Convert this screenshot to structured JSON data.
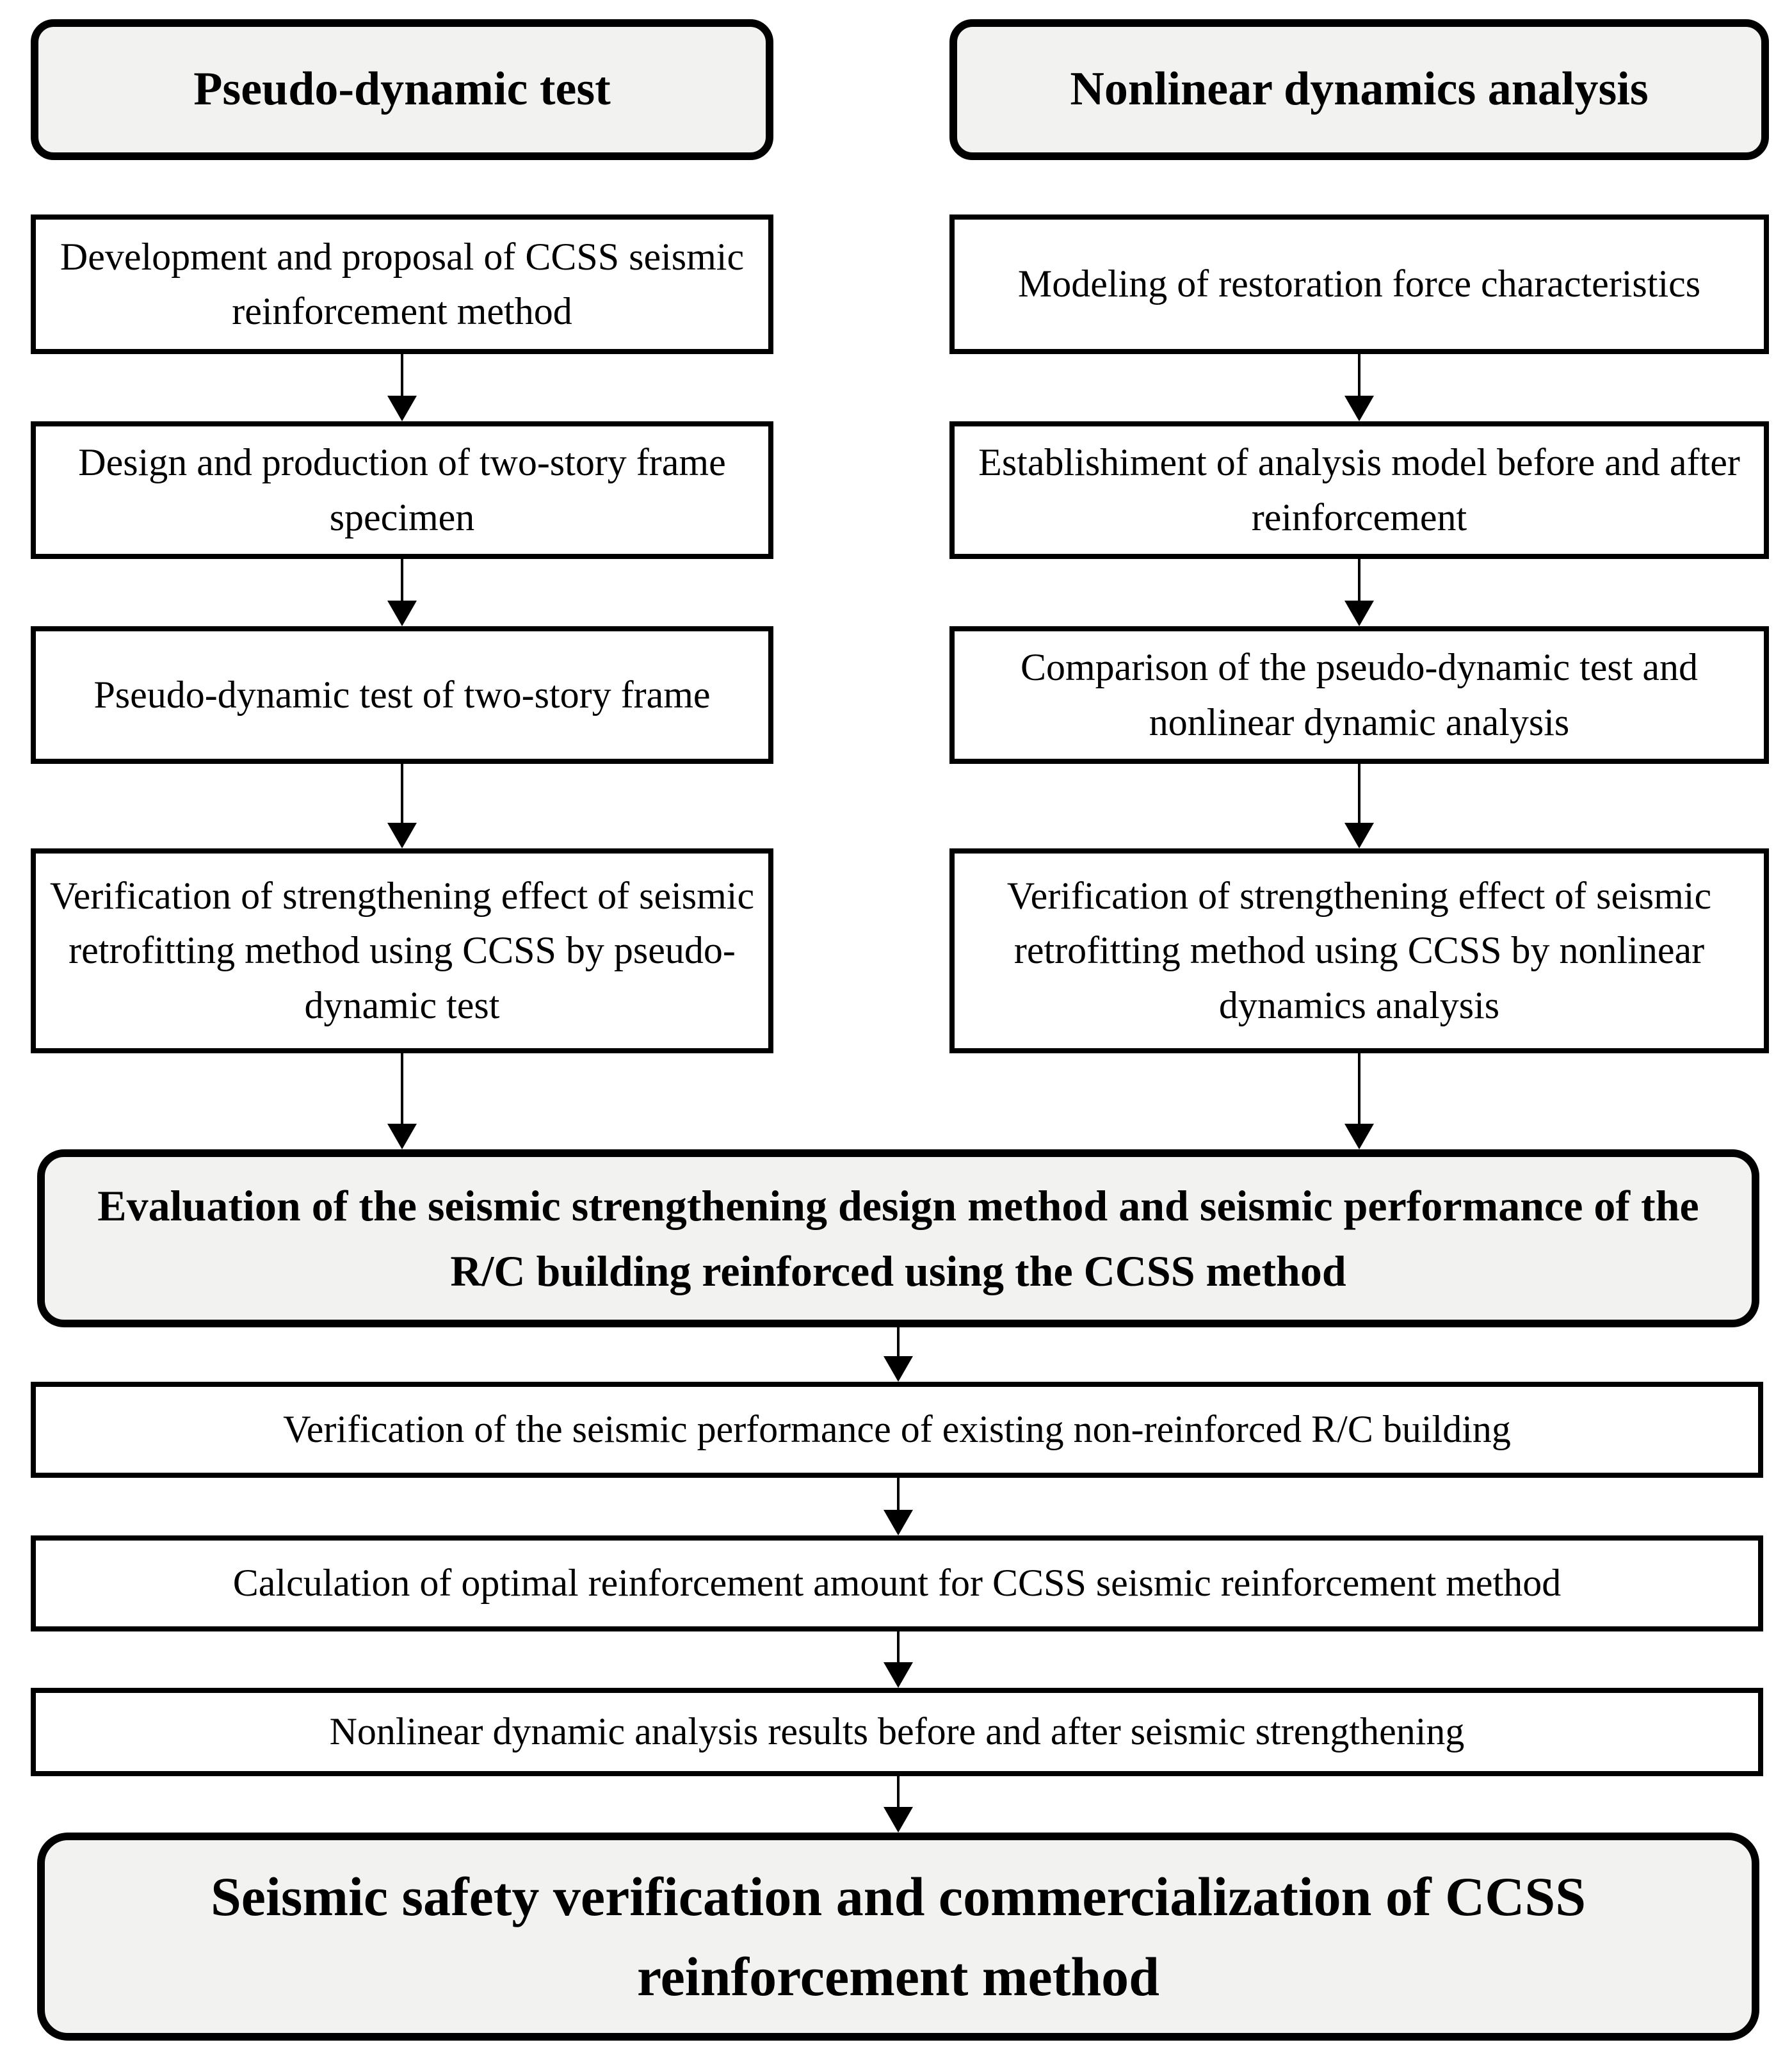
{
  "figure": {
    "type": "flowchart",
    "colors": {
      "box_fill": "#ffffff",
      "highlight_fill": "#f2f2f1",
      "border": "#000000",
      "text": "#000000"
    },
    "columns": [
      {
        "header": "Pseudo-dynamic test",
        "boxes": [
          "Development and proposal of CCSS seismic reinforcement method",
          "Design and production of two-story frame specimen",
          "Pseudo-dynamic test of two-story frame",
          "Verification of strengthening effect of seismic retrofitting method using CCSS by pseudo-dynamic test"
        ]
      },
      {
        "header": "Nonlinear dynamics analysis",
        "boxes": [
          "Modeling of restoration force characteristics",
          "Establishiment of analysis model before and after reinforcement",
          "Comparison of the pseudo-dynamic test and nonlinear dynamic analysis",
          "Verification of strengthening effect of seismic retrofitting method using CCSS by nonlinear dynamics analysis"
        ]
      }
    ],
    "merge_box": "Evaluation of the seismic strengthening design method and seismic performance of the R/C building reinforced using the CCSS method",
    "sequence_boxes": [
      "Verification of the seismic performance of existing non-reinforced R/C building",
      "Calculation of optimal reinforcement amount for CCSS seismic reinforcement method",
      "Nonlinear dynamic analysis results before and after seismic strengthening"
    ],
    "final_box": "Seismic safety verification and commercialization of CCSS reinforcement method"
  }
}
